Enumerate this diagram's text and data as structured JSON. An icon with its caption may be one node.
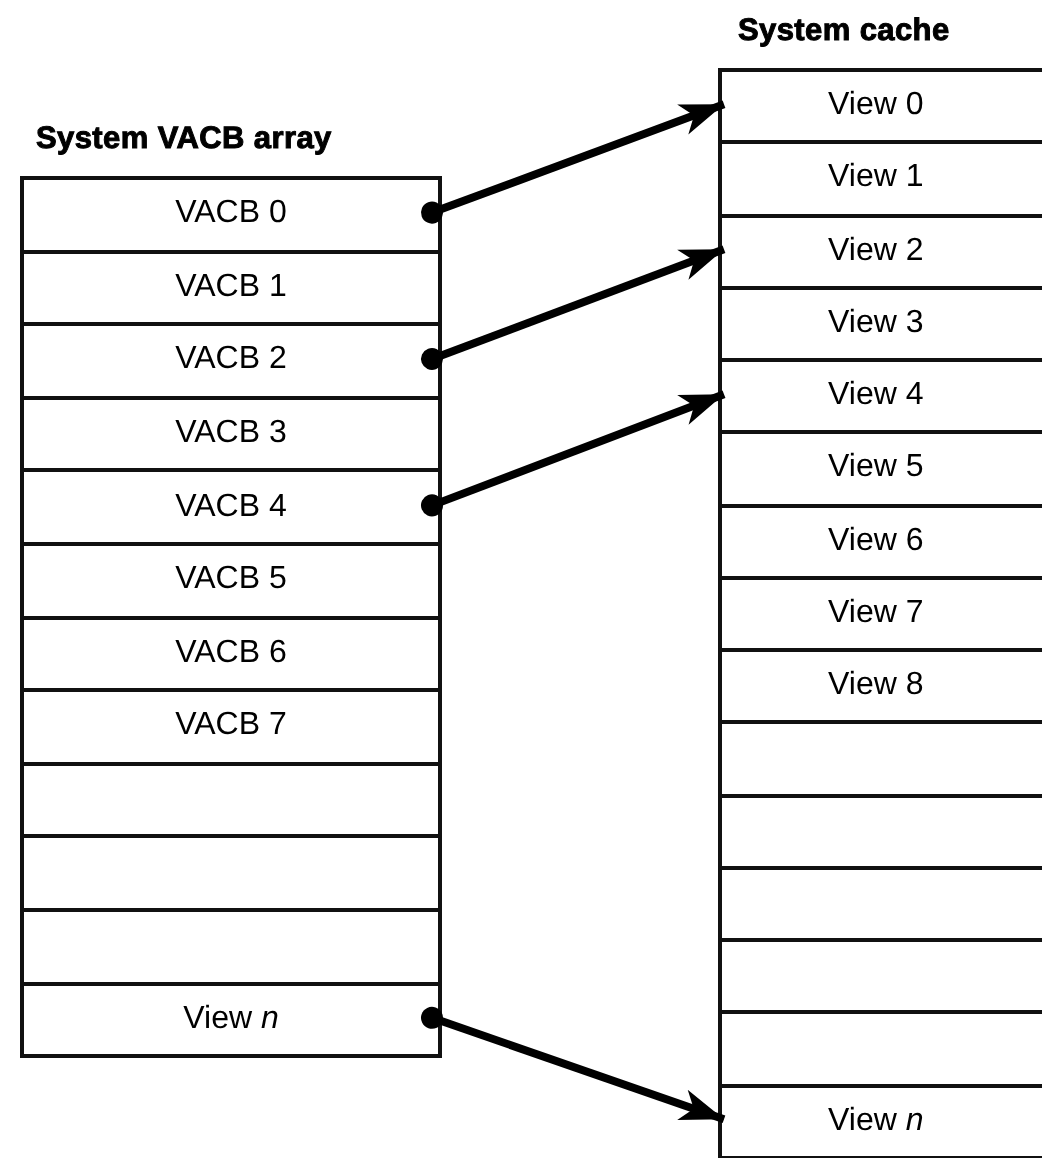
{
  "diagram": {
    "nodes": [
      {
        "text": [
          "System VACB array"
        ]
      },
      {
        "text": [
          "VACB 0"
        ],
        "in": 0
      },
      {
        "text": [
          "VACB 1"
        ],
        "in": 0
      },
      {
        "text": [
          "VACB 2"
        ],
        "in": 0
      },
      {
        "text": [
          "VACB 3"
        ],
        "in": 0
      },
      {
        "text": [
          "VACB 4"
        ],
        "in": 0
      },
      {
        "text": [
          "VACB 5"
        ],
        "in": 0
      },
      {
        "text": [
          "VACB 6"
        ],
        "in": 0
      },
      {
        "text": [
          "VACB 7"
        ],
        "in": 0
      },
      {
        "text": [],
        "shape": "box",
        "in": 0
      },
      {
        "text": [],
        "shape": "box",
        "in": 0
      },
      {
        "text": [],
        "shape": "box",
        "in": 0
      },
      {
        "text": [
          "View *n*"
        ],
        "in": 0
      },
      {
        "text": [
          "System cache"
        ]
      },
      {
        "text": [
          "View 0"
        ],
        "in": 13
      },
      {
        "text": [
          "View 1"
        ],
        "in": 13
      },
      {
        "text": [
          "View 2"
        ],
        "in": 13
      },
      {
        "text": [
          "View 3"
        ],
        "in": 13
      },
      {
        "text": [
          "View 4"
        ],
        "in": 13
      },
      {
        "text": [
          "View 5"
        ],
        "in": 13
      },
      {
        "text": [
          "View 6"
        ],
        "in": 13
      },
      {
        "text": [
          "View 7"
        ],
        "in": 13
      },
      {
        "text": [
          "View 8"
        ],
        "in": 13
      },
      {
        "text": [],
        "shape": "box",
        "in": 13
      },
      {
        "text": [],
        "shape": "box",
        "in": 13
      },
      {
        "text": [],
        "shape": "box",
        "in": 13
      },
      {
        "text": [],
        "shape": "box",
        "in": 13
      },
      {
        "text": [],
        "shape": "box",
        "in": 13
      },
      {
        "text": [
          "View *n*"
        ],
        "in": 13
      }
    ],
    "edges": [
      {
        "from": 1,
        "to": 14,
        "arrow": "to"
      },
      {
        "from": 3,
        "to": 16,
        "arrow": "to"
      },
      {
        "from": 5,
        "to": 18,
        "arrow": "to"
      },
      {
        "from": 12,
        "to": 28,
        "arrow": "to"
      }
    ]
  }
}
